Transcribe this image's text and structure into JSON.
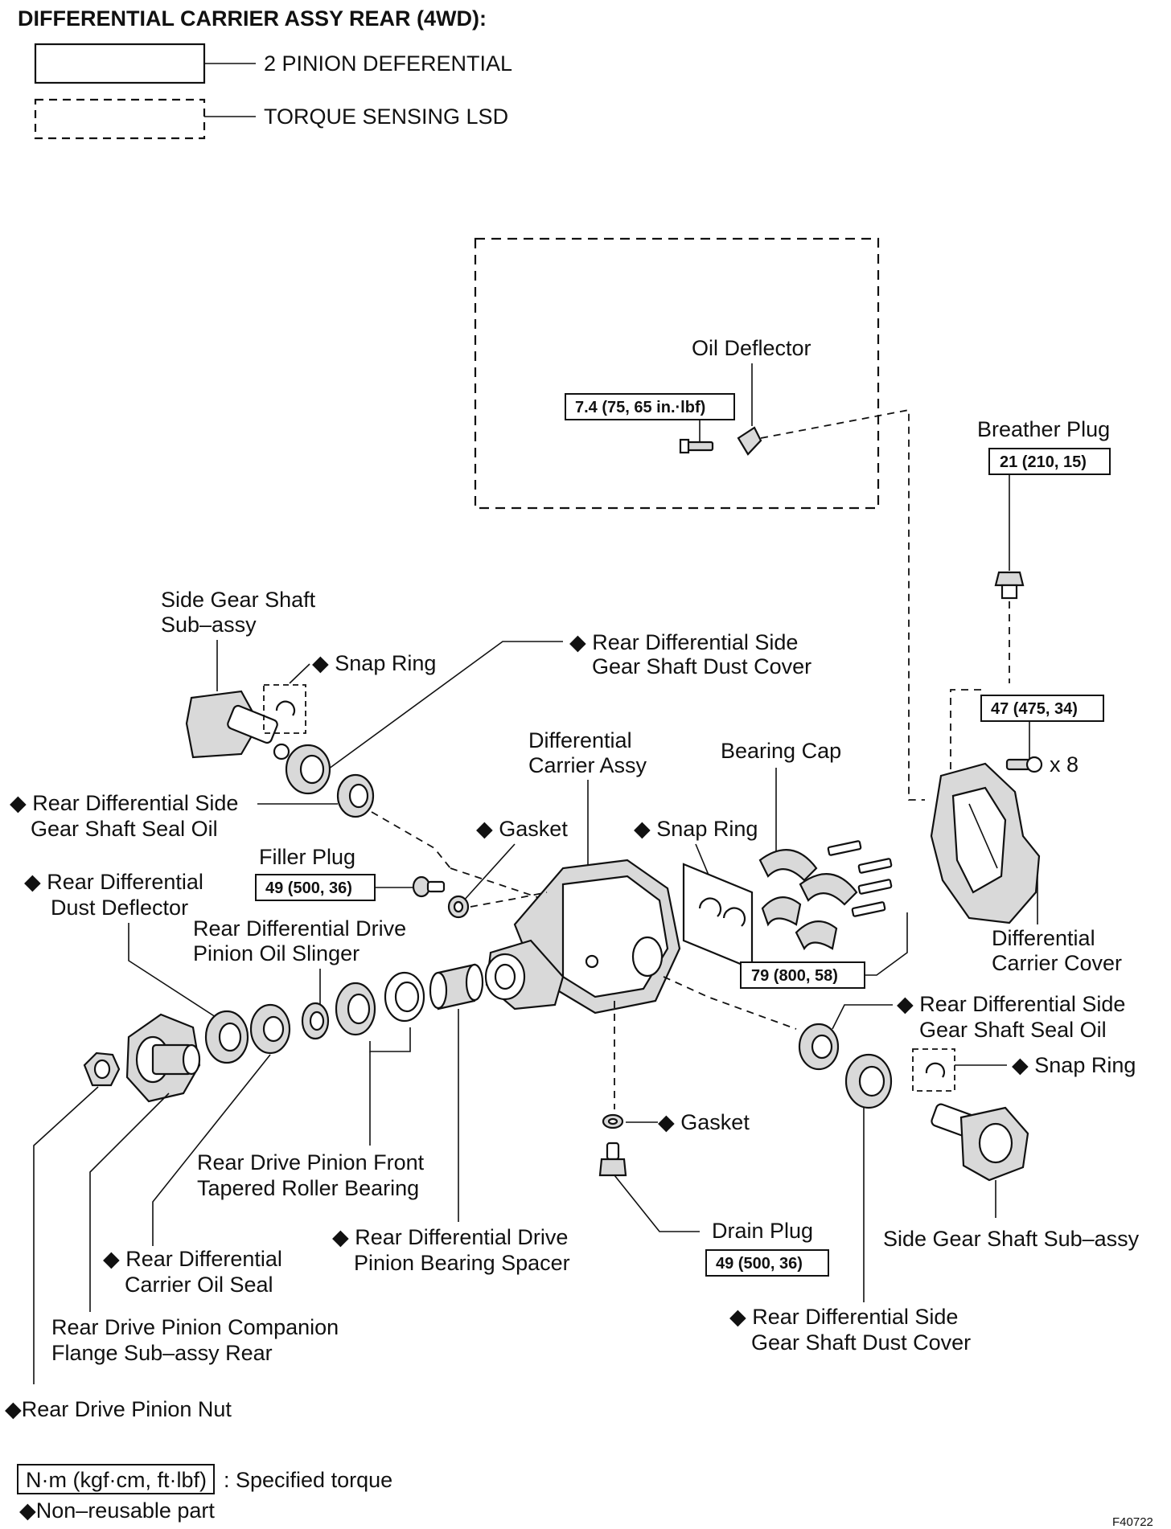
{
  "title": "DIFFERENTIAL CARRIER ASSY REAR (4WD):",
  "legend": {
    "solid_label": "2 PINION DEFERENTIAL",
    "dashed_label": "TORQUE SENSING LSD"
  },
  "labels": {
    "oil_deflector": "Oil Deflector",
    "breather_plug": "Breather Plug",
    "side_gear_shaft_l1": "Side Gear Shaft",
    "side_gear_shaft_l2": "Sub–assy",
    "snap_ring": "Snap Ring",
    "dust_cover_l1": "Rear Differential Side",
    "dust_cover_l2": "Gear Shaft Dust Cover",
    "diff_carrier_assy_l1": "Differential",
    "diff_carrier_assy_l2": "Carrier Assy",
    "bearing_cap": "Bearing Cap",
    "times_8": "x 8",
    "seal_oil_l1": "Rear Differential Side",
    "seal_oil_l2": "Gear Shaft Seal Oil",
    "gasket": "Gasket",
    "filler_plug": "Filler Plug",
    "dust_deflector_l1": "Rear Differential",
    "dust_deflector_l2": "Dust Deflector",
    "oil_slinger_l1": "Rear Differential Drive",
    "oil_slinger_l2": "Pinion Oil Slinger",
    "carrier_cover_l1": "Differential",
    "carrier_cover_l2": "Carrier Cover",
    "right_seal_oil_l1": "Rear Differential Side",
    "right_seal_oil_l2": "Gear Shaft Seal Oil",
    "right_snap_ring": "Snap Ring",
    "gasket_bottom": "Gasket",
    "front_bearing_l1": "Rear Drive Pinion Front",
    "front_bearing_l2": "Tapered Roller Bearing",
    "bearing_spacer_l1": "Rear Differential Drive",
    "bearing_spacer_l2": "Pinion Bearing Spacer",
    "drain_plug": "Drain Plug",
    "side_gear_shaft_right": "Side Gear Shaft Sub–assy",
    "carrier_oil_seal_l1": "Rear Differential",
    "carrier_oil_seal_l2": "Carrier Oil Seal",
    "companion_flange_l1": "Rear Drive Pinion Companion",
    "companion_flange_l2": "Flange Sub–assy Rear",
    "right_dust_cover_l1": "Rear Differential Side",
    "right_dust_cover_l2": "Gear Shaft Dust Cover",
    "pinion_nut": "Rear Drive Pinion Nut"
  },
  "torques": {
    "oil_deflector": "7.4 (75, 65 in.·lbf)",
    "breather_plug": "21 (210, 15)",
    "cover_bolt": "47 (475, 34)",
    "filler_plug": "49 (500, 36)",
    "bearing_cap": "79 (800, 58)",
    "drain_plug": "49 (500, 36)"
  },
  "footer": {
    "torque_unit": "N·m (kgf·cm, ft·lbf)",
    "torque_desc": ": Specified torque",
    "nonreusable": "Non–reusable part",
    "figure_id": "F40722"
  },
  "symbols": {
    "diamond": "◆"
  }
}
